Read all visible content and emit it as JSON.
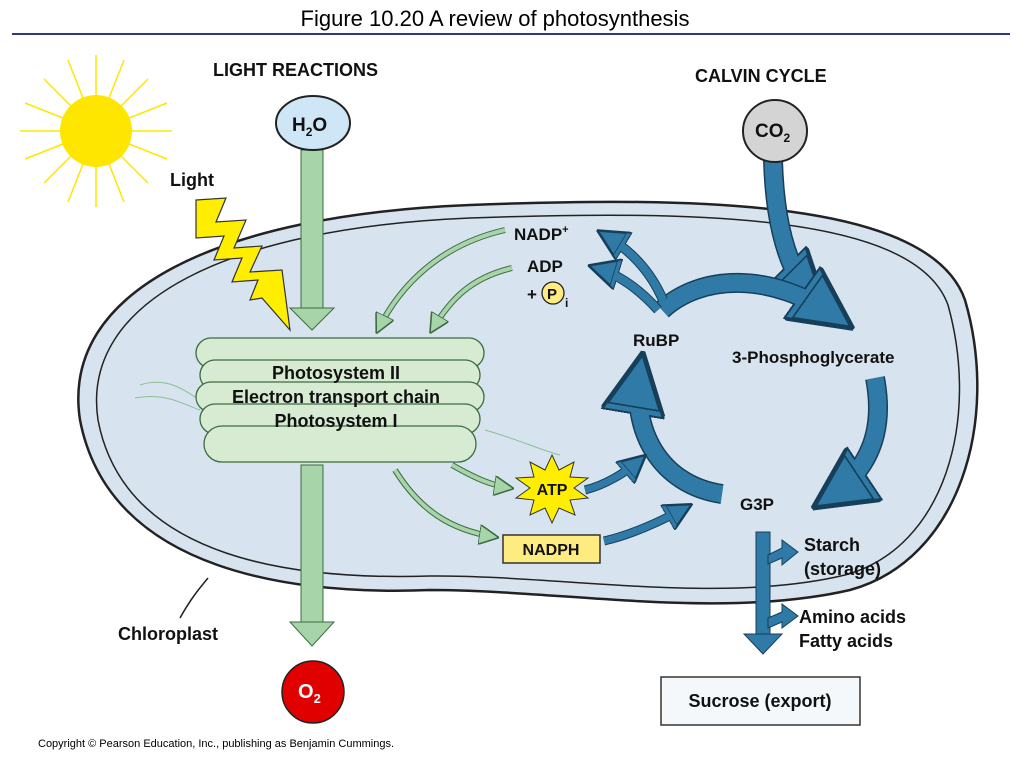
{
  "title": "Figure 10.20  A review of photosynthesis",
  "headers": {
    "light": "LIGHT REACTIONS",
    "calvin": "CALVIN CYCLE"
  },
  "labels": {
    "light": "Light",
    "h2o_base": "H",
    "h2o_sub": "2",
    "h2o_tail": "O",
    "co2_base": "CO",
    "co2_sub": "2",
    "o2_base": "O",
    "o2_sub": "2",
    "nadp_base": "NADP",
    "nadp_sup": "+",
    "adp": "ADP",
    "plus": "+",
    "pi_p": "P",
    "pi_sub": "i",
    "rubp": "RuBP",
    "pga": "3-Phosphoglycerate",
    "g3p": "G3P",
    "starch_1": "Starch",
    "starch_2": "(storage)",
    "amino": "Amino acids",
    "fatty": "Fatty acids",
    "sucrose": "Sucrose (export)",
    "atp": "ATP",
    "nadph": "NADPH",
    "thylakoid_1": "Photosystem II",
    "thylakoid_2": "Electron transport chain",
    "thylakoid_3": "Photosystem I",
    "chloroplast": "Chloroplast"
  },
  "colors": {
    "chloroplast_fill": "#d7e3ee",
    "thylakoid_fill": "#d6ebd2",
    "green_arrow": "#a8d4aa",
    "blue_arrow": "#2f7aa6",
    "sun": "#ffe600",
    "h2o_fill": "#cfe6f7",
    "co2_fill": "#d4d4d4",
    "o2_fill": "#e00000",
    "atp_fill": "#ffee00",
    "nadph_fill": "#ffec80"
  },
  "copyright": "Copyright © Pearson Education, Inc., publishing as Benjamin Cummings."
}
